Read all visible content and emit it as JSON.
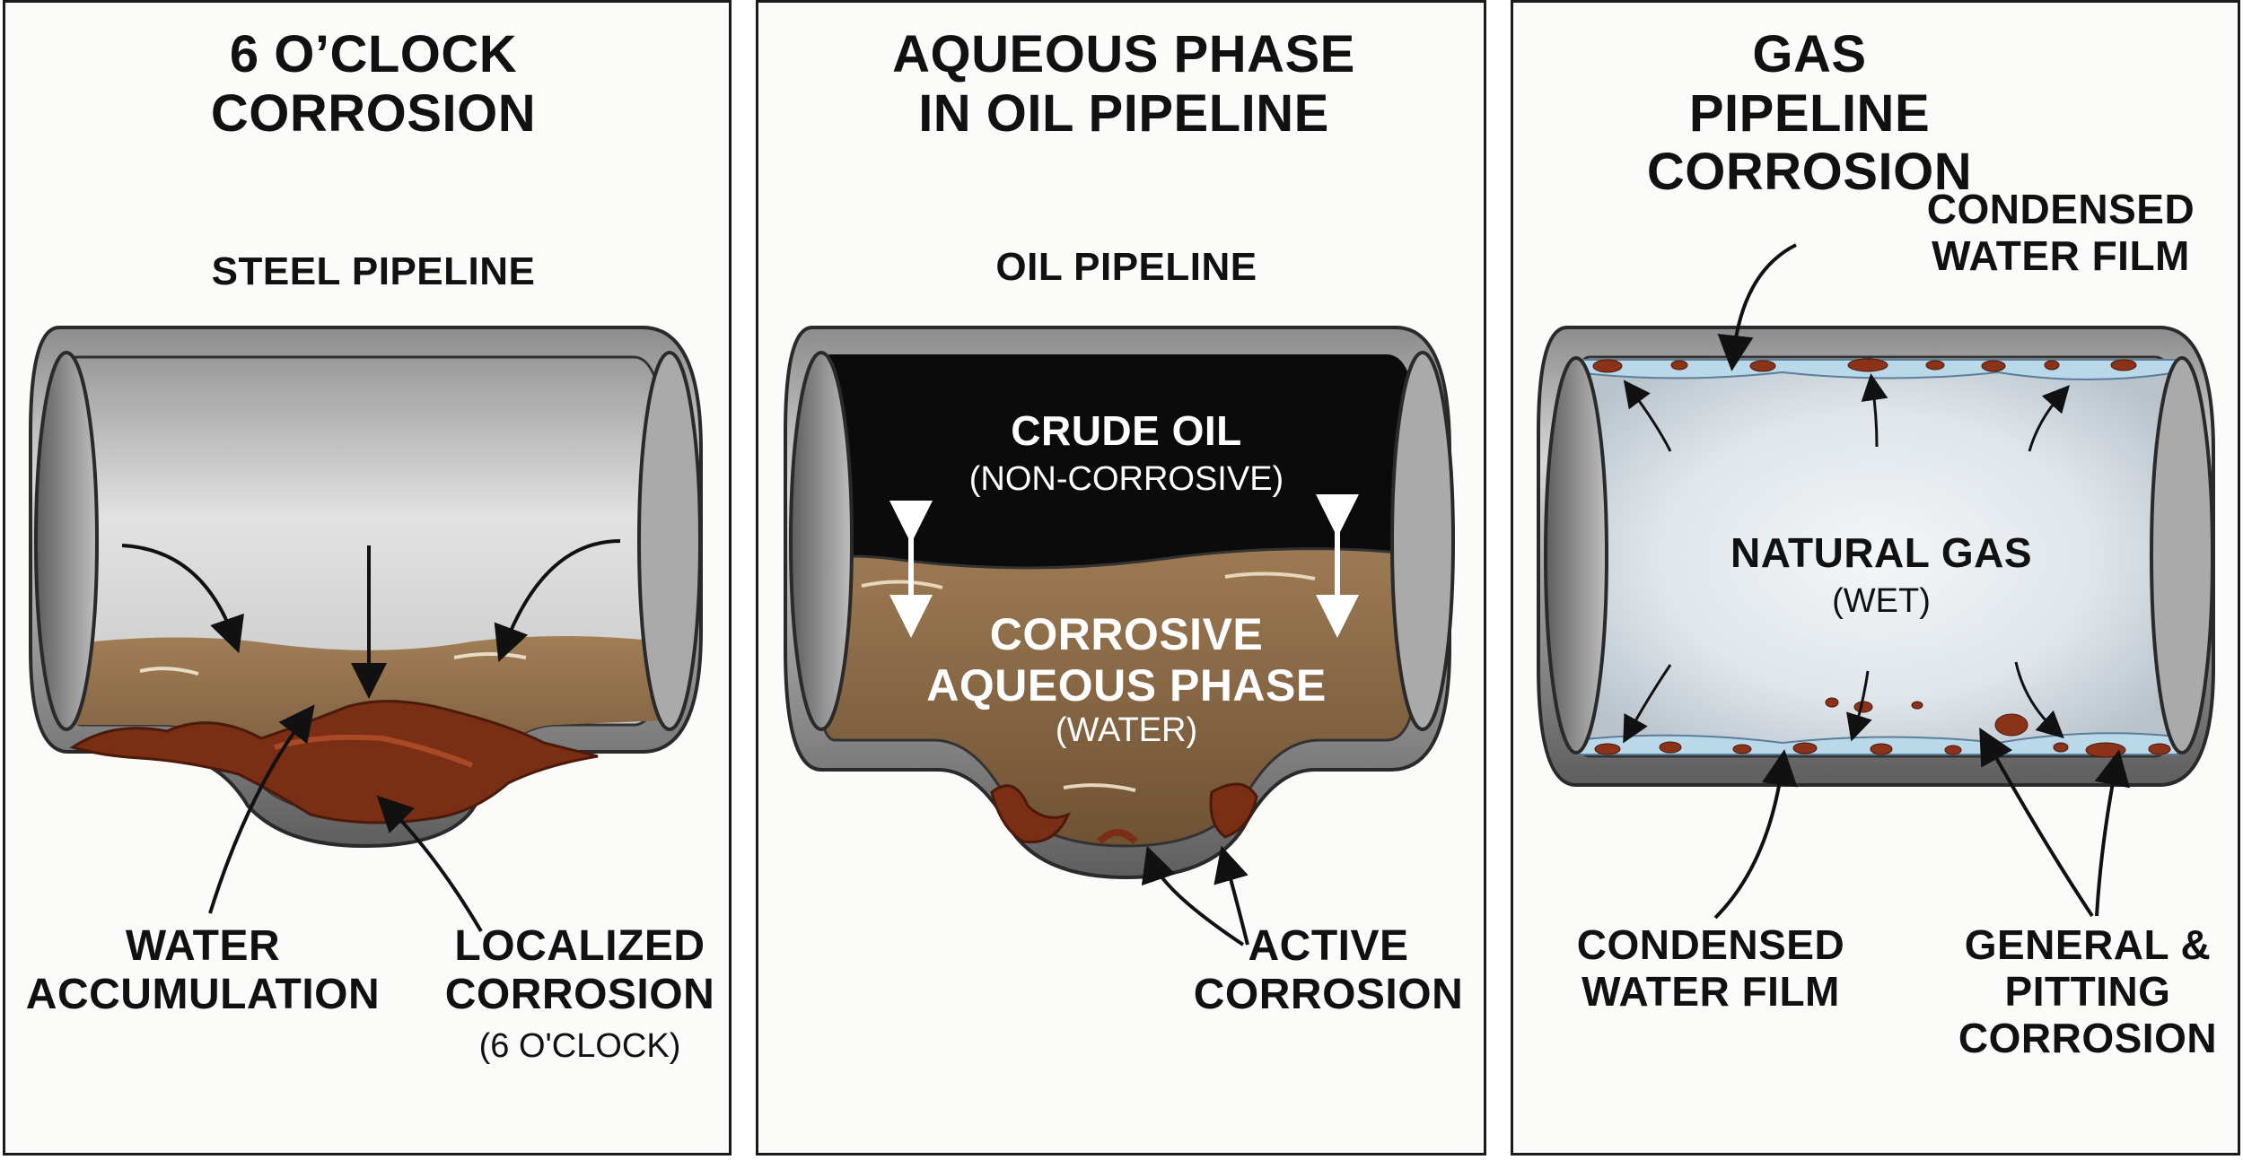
{
  "panels": [
    {
      "title_line1": "6 O’CLOCK",
      "title_line2": "CORROSION",
      "subtitle": "STEEL PIPELINE",
      "callouts": {
        "water_line1": "WATER",
        "water_line2": "ACCUMULATION",
        "corrosion_line1": "LOCALIZED",
        "corrosion_line2": "CORROSION",
        "corrosion_note": "(6 O'CLOCK)"
      }
    },
    {
      "title_line1": "AQUEOUS PHASE",
      "title_line2": "IN OIL PIPELINE",
      "subtitle": "OIL PIPELINE",
      "oil_label": "CRUDE OIL",
      "oil_note": "(NON-CORROSIVE)",
      "water_line1": "CORROSIVE",
      "water_line2": "AQUEOUS PHASE",
      "water_note": "(WATER)",
      "callouts": {
        "active_line1": "ACTIVE",
        "active_line2": "CORROSION"
      }
    },
    {
      "title_line1": "GAS PIPELINE",
      "title_line2": "CORROSION",
      "gas_label": "NATURAL GAS",
      "gas_note": "(WET)",
      "callouts": {
        "top_film_line1": "CONDENSED",
        "top_film_line2": "WATER FILM",
        "bottom_film_line1": "CONDENSED",
        "bottom_film_line2": "WATER FILM",
        "pitting_line1": "GENERAL &",
        "pitting_line2": "PITTING",
        "pitting_line3": "CORROSION"
      }
    }
  ],
  "colors": {
    "steel_dark": "#6f6f6f",
    "steel_light": "#c9c9c9",
    "water": "#8a6a45",
    "crude_oil": "#0b0b0b",
    "rust": "#7a2e14",
    "gas_film": "#b9d8ea"
  }
}
